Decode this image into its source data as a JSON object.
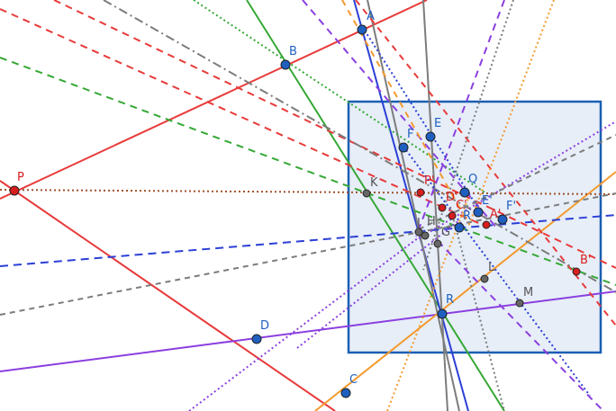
{
  "diagram": {
    "labels": {
      "A": "A",
      "B": "B",
      "C": "C",
      "D": "D",
      "E": "E",
      "F": "F",
      "P": "P",
      "K": "K",
      "Q": "Q",
      "R": "R",
      "L": "L",
      "M": "M",
      "G": "G",
      "H": "H",
      "J": "J",
      "A_prime": "A'",
      "B_prime": "B'",
      "C_prime": "C'",
      "D_prime": "D'",
      "E_prime": "E'",
      "F_prime": "F'",
      "P_prime": "P'"
    },
    "colors": {
      "red": "#e83a3a",
      "blue": "#2b3fd6",
      "green": "#35a835",
      "purple": "#8b3fdf",
      "orange": "#f39a2e",
      "gray": "#7c7c7c",
      "brown": "#a0522d",
      "point_blue": "#1f5fbf",
      "point_red": "#d71e1e",
      "point_gray": "#666666",
      "box_fill": "#e7eef8",
      "box_stroke": "#1a5fb4",
      "label_blue": "#1f5fbf",
      "label_red": "#d71e1e"
    }
  }
}
